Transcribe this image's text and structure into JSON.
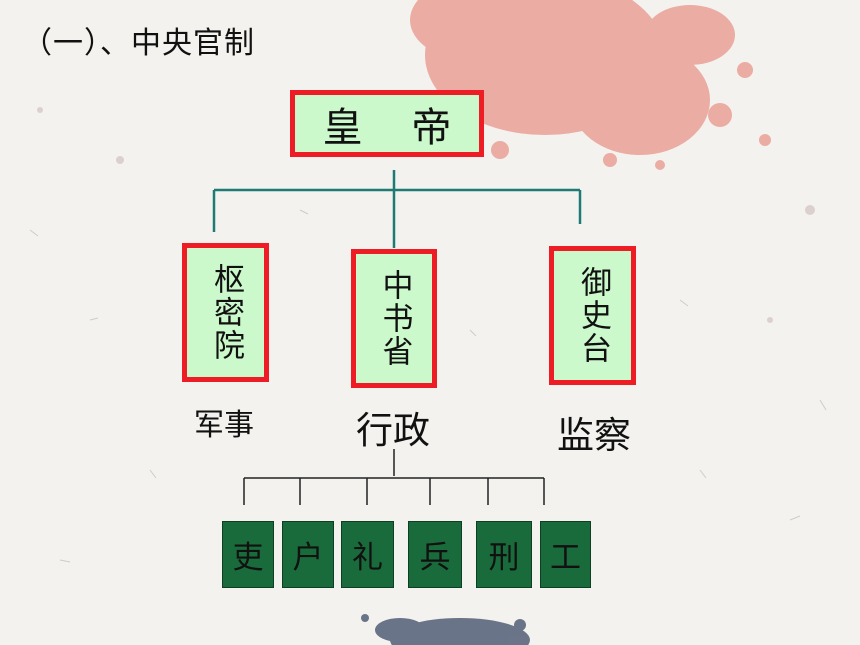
{
  "slide": {
    "title": "（一）、中央官制",
    "emperor": "皇 帝",
    "agencies": [
      {
        "name": "枢密院",
        "caption": "军事"
      },
      {
        "name": "中书省",
        "caption": "行政"
      },
      {
        "name": "御史台",
        "caption": "监察"
      }
    ],
    "ministries": [
      "吏",
      "户",
      "礼",
      "兵",
      "刑",
      "工"
    ],
    "colors": {
      "box_fill": "#ccf9cc",
      "box_border": "#ee1c24",
      "connector": "#1f7a73",
      "ministry_fill": "#1a6b3b"
    }
  }
}
